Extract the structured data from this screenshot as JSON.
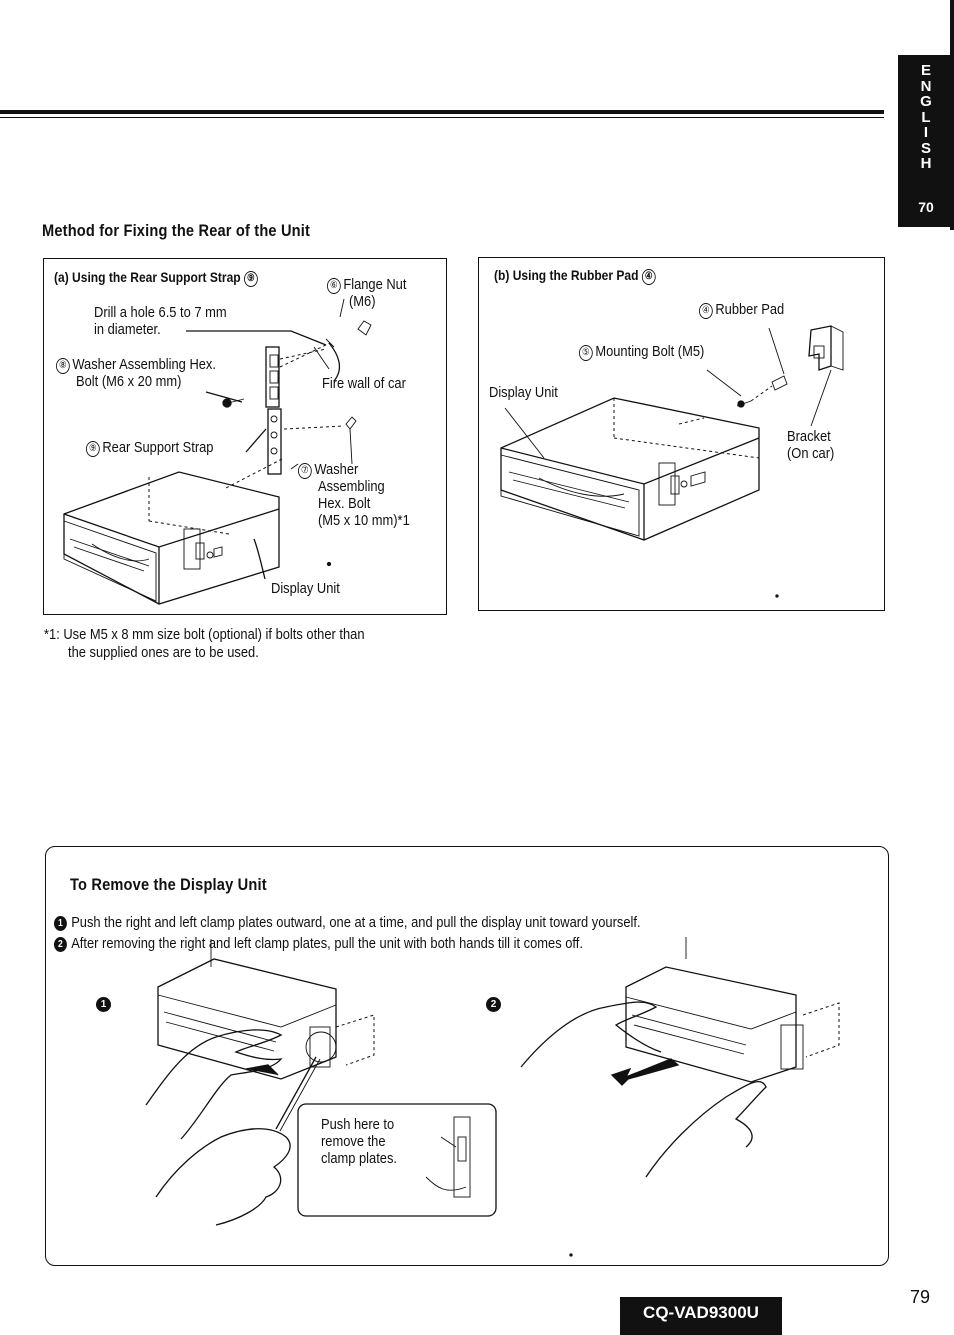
{
  "sidebar_tab": {
    "letters": [
      "E",
      "N",
      "G",
      "L",
      "I",
      "S",
      "H"
    ],
    "number": "70"
  },
  "section_rear": {
    "title": "Method for Fixing the Rear of the Unit",
    "panel_a": {
      "title": "(a) Using the Rear Support Strap",
      "title_ref": "⑨",
      "labels": {
        "flange_nut_num": "⑥",
        "flange_nut": "Flange Nut",
        "flange_nut_size": "(M6)",
        "drill_line1": "Drill a hole 6.5 to 7 mm",
        "drill_line2": "in diameter.",
        "washer_hex_num": "⑧",
        "washer_hex_line1": "Washer Assembling Hex.",
        "washer_hex_line2": "Bolt (M6 x 20 mm)",
        "fire_wall": "Fire wall of car",
        "rear_strap_num": "⑨",
        "rear_strap": "Rear Support Strap",
        "washer_num": "⑦",
        "washer_line1": "Washer",
        "washer_line2": "Assembling",
        "washer_line3": "Hex. Bolt",
        "washer_line4": "(M5 x 10 mm)*1",
        "display_unit": "Display Unit"
      }
    },
    "panel_b": {
      "title": "(b) Using the Rubber Pad",
      "title_ref": "④",
      "labels": {
        "rubber_pad_num": "④",
        "rubber_pad": "Rubber Pad",
        "mounting_bolt_num": "⑤",
        "mounting_bolt": "Mounting Bolt (M5)",
        "display_unit": "Display Unit",
        "bracket_line1": "Bracket",
        "bracket_line2": "(On car)"
      }
    },
    "footnote_line1": "*1: Use M5 x 8 mm size bolt (optional) if bolts other than",
    "footnote_line2": "the supplied ones are to be used."
  },
  "section_remove": {
    "title": "To Remove the Display Unit",
    "steps": [
      {
        "num": "1",
        "text": "Push the right and left clamp plates outward, one at a time, and pull the display unit toward yourself."
      },
      {
        "num": "2",
        "text": "After removing the right and left clamp plates, pull the unit with both hands till it comes off."
      }
    ],
    "figure_nums": [
      "1",
      "2"
    ],
    "callout_line1": "Push here to",
    "callout_line2": "remove the",
    "callout_line3": "clamp plates."
  },
  "footer": {
    "model": "CQ-VAD9300U",
    "page_number": "79"
  }
}
